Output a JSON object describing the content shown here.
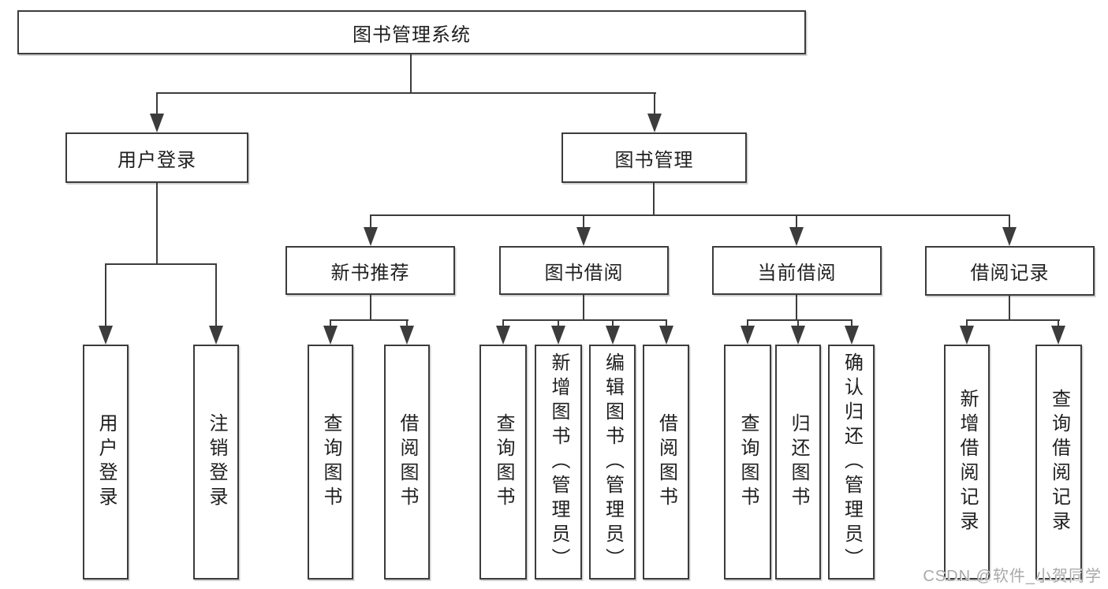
{
  "watermark": "CSDN @软件_小贺同学",
  "diagram": {
    "root": {
      "label": "图书管理系统"
    },
    "branches": [
      {
        "label": "用户登录",
        "children": [
          {
            "label": "用户登录"
          },
          {
            "label": "注销登录"
          }
        ]
      },
      {
        "label": "图书管理",
        "sections": [
          {
            "label": "新书推荐",
            "children": [
              {
                "label": "查询图书"
              },
              {
                "label": "借阅图书"
              }
            ]
          },
          {
            "label": "图书借阅",
            "children": [
              {
                "label": "查询图书"
              },
              {
                "label": "新增图书（管理员）"
              },
              {
                "label": "编辑图书（管理员）"
              },
              {
                "label": "借阅图书"
              }
            ]
          },
          {
            "label": "当前借阅",
            "children": [
              {
                "label": "查询图书"
              },
              {
                "label": "归还图书"
              },
              {
                "label": "确认归还（管理员）"
              }
            ]
          },
          {
            "label": "借阅记录",
            "children": [
              {
                "label": "新增借阅记录"
              },
              {
                "label": "查询借阅记录"
              }
            ]
          }
        ]
      }
    ]
  }
}
